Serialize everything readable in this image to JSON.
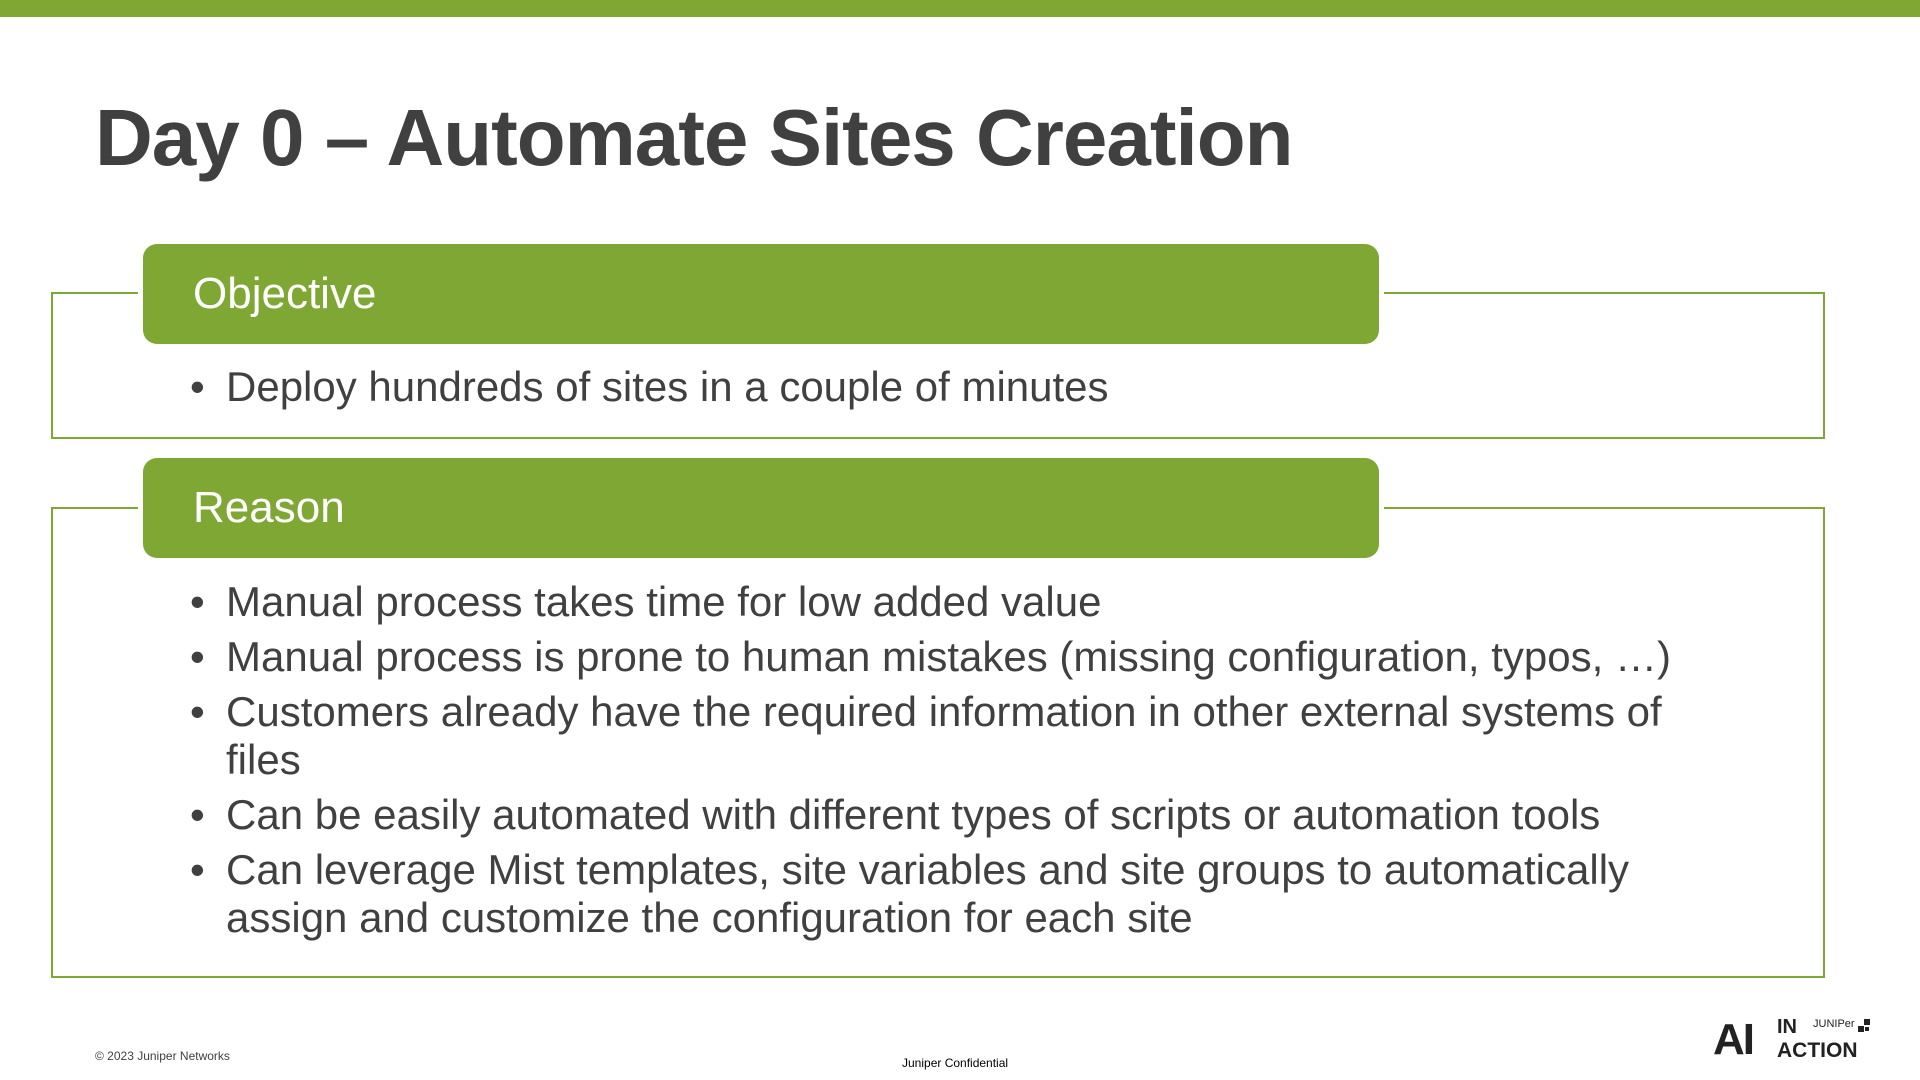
{
  "slide": {
    "title": "Day 0 – Automate Sites Creation",
    "accent_color": "#7ea733",
    "text_color": "#404040"
  },
  "objective": {
    "heading": "Objective",
    "bullets": [
      "Deploy hundreds of sites in a couple of minutes"
    ]
  },
  "reason": {
    "heading": "Reason",
    "bullets": [
      "Manual process takes time for low added value",
      "Manual process is prone to human mistakes (missing configuration, typos, …)",
      "Customers already have the required information in other external systems of files",
      "Can be easily automated with different types of scripts or automation tools",
      "Can leverage Mist templates, site variables and site groups to automatically assign and customize the configuration for each site"
    ]
  },
  "bullet_glyph": "•",
  "footer": {
    "copyright": "© 2023 Juniper Networks",
    "confidential": "Juniper Confidential"
  },
  "logo": {
    "ai": "AI",
    "in": "IN",
    "action": "ACTION",
    "brand": "JUNIPer",
    "icon": "juniper-logo-mark"
  }
}
